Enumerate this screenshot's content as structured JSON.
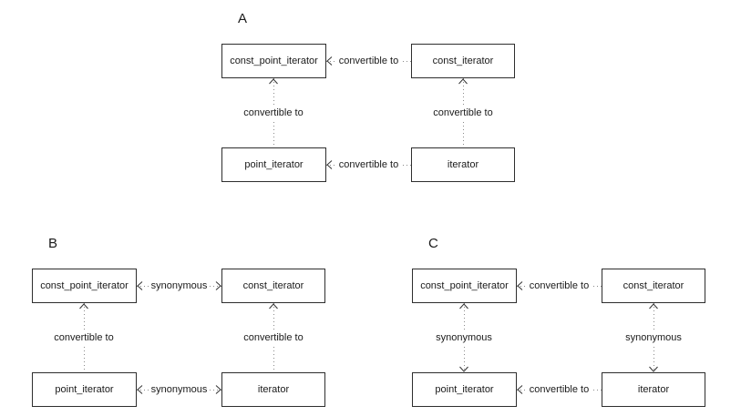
{
  "canvas": {
    "background_color": "#ffffff",
    "box_border_color": "#2e2e2e",
    "dotted_line_color": "#8a8a8a",
    "text_color": "#1a1a1a"
  },
  "diagrams": [
    {
      "label": "A",
      "boxes": {
        "top_left": "const_point_iterator",
        "top_right": "const_iterator",
        "bottom_left": "point_iterator",
        "bottom_right": "iterator"
      },
      "connectors": {
        "top_horizontal": {
          "label": "convertible to",
          "direction": "left"
        },
        "bottom_horizontal": {
          "label": "convertible to",
          "direction": "left"
        },
        "left_vertical": {
          "label": "convertible to",
          "direction": "up"
        },
        "right_vertical": {
          "label": "convertible to",
          "direction": "up"
        }
      }
    },
    {
      "label": "B",
      "boxes": {
        "top_left": "const_point_iterator",
        "top_right": "const_iterator",
        "bottom_left": "point_iterator",
        "bottom_right": "iterator"
      },
      "connectors": {
        "top_horizontal": {
          "label": "synonymous",
          "direction": "both"
        },
        "bottom_horizontal": {
          "label": "synonymous",
          "direction": "both"
        },
        "left_vertical": {
          "label": "convertible to",
          "direction": "up"
        },
        "right_vertical": {
          "label": "convertible to",
          "direction": "up"
        }
      }
    },
    {
      "label": "C",
      "boxes": {
        "top_left": "const_point_iterator",
        "top_right": "const_iterator",
        "bottom_left": "point_iterator",
        "bottom_right": "iterator"
      },
      "connectors": {
        "top_horizontal": {
          "label": "convertible to",
          "direction": "left"
        },
        "bottom_horizontal": {
          "label": "convertible to",
          "direction": "left"
        },
        "left_vertical": {
          "label": "synonymous",
          "direction": "both"
        },
        "right_vertical": {
          "label": "synonymous",
          "direction": "both"
        }
      }
    }
  ]
}
